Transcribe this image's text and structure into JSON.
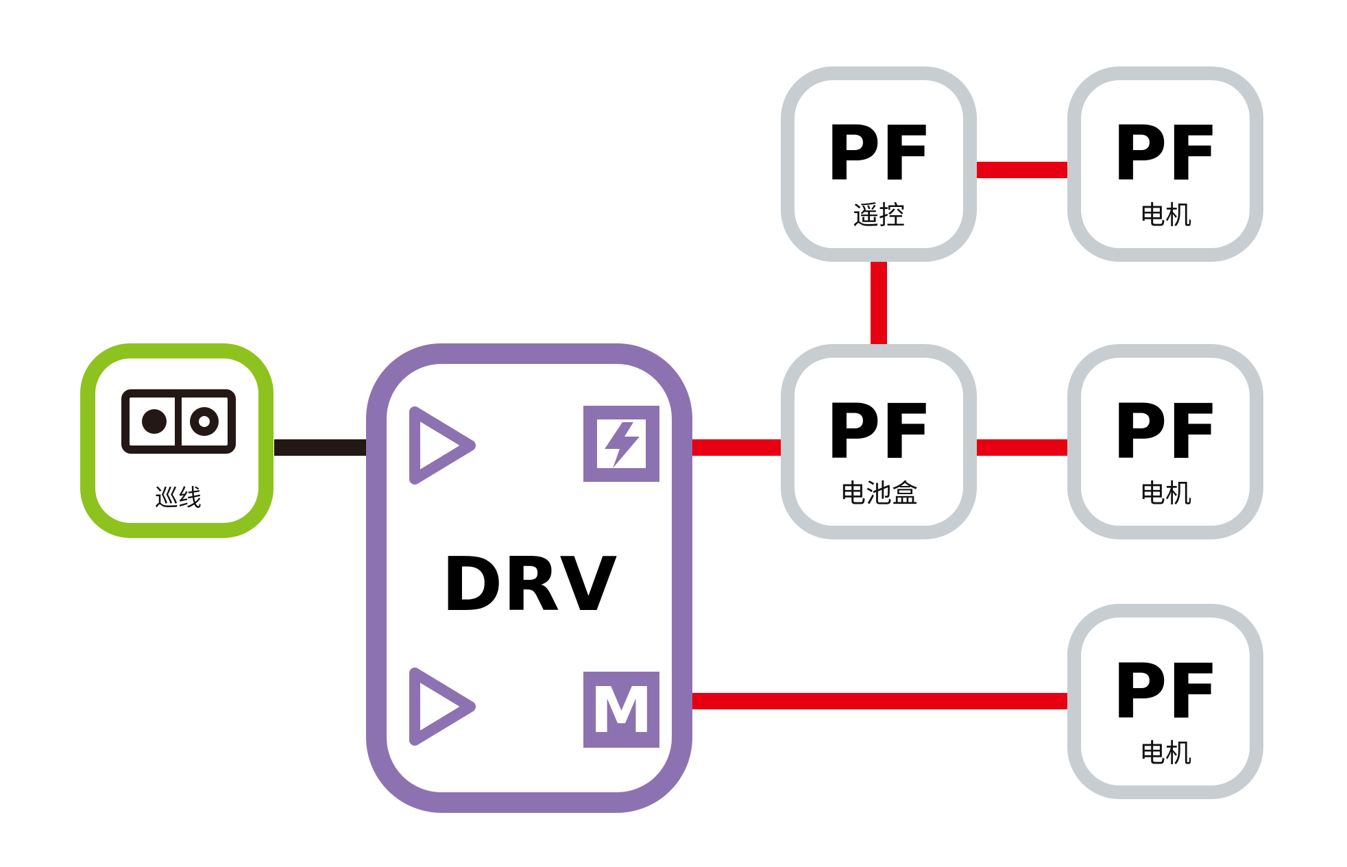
{
  "colors": {
    "background": "#ffffff",
    "drv_border": "#8d72b1",
    "line_follower_border": "#8dc21f",
    "pf_border": "#c8cdd1",
    "power_wire": "#e60012",
    "signal_wire": "#231815",
    "icon_dark": "#231815",
    "text": "#000000"
  },
  "drv": {
    "name": "DRV",
    "inputs": [
      "triangle-input-icon",
      "triangle-input-icon"
    ],
    "power_pin_icon": "lightning-bolt-icon",
    "motor_pin_label": "M"
  },
  "line_follower": {
    "icon": "dual-sensor-icon",
    "label": "巡线"
  },
  "pf_modules": [
    {
      "id": "remote",
      "name": "PF",
      "label": "遥控"
    },
    {
      "id": "battery",
      "name": "PF",
      "label": "电池盒"
    },
    {
      "id": "motor_top",
      "name": "PF",
      "label": "电机"
    },
    {
      "id": "motor_mid",
      "name": "PF",
      "label": "电机"
    },
    {
      "id": "motor_bottom",
      "name": "PF",
      "label": "电机"
    }
  ],
  "connections": [
    {
      "from": "line_follower",
      "to": "drv",
      "type": "signal"
    },
    {
      "from": "drv",
      "to": "battery",
      "type": "power"
    },
    {
      "from": "drv",
      "to": "motor_bottom",
      "type": "power"
    },
    {
      "from": "battery",
      "to": "remote",
      "type": "power"
    },
    {
      "from": "battery",
      "to": "motor_mid",
      "type": "power"
    },
    {
      "from": "remote",
      "to": "motor_top",
      "type": "power"
    }
  ]
}
